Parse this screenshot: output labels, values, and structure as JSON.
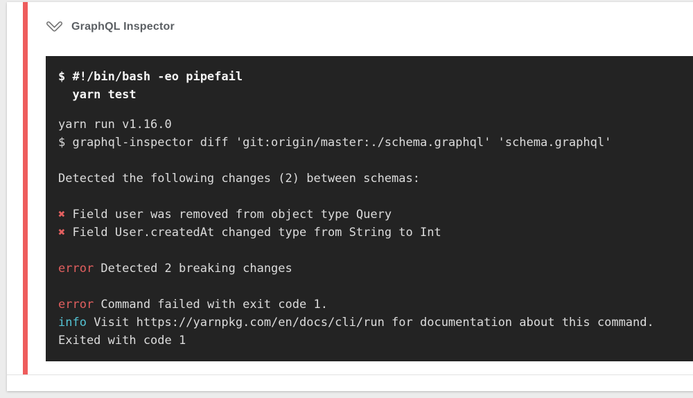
{
  "colors": {
    "accent_red": "#ee5c5c",
    "terminal_bg": "#232323",
    "terminal_text": "#dcdcdc",
    "terminal_bold_text": "#f5f5f5",
    "error_red": "#e25f5f",
    "info_cyan": "#54c3d4"
  },
  "step": {
    "title": "GraphQL Inspector",
    "icon": "chevron-double-down-icon",
    "status": "failed"
  },
  "terminal": {
    "command_block": [
      [
        {
          "t": "$ #!/bin/bash -eo pipefail"
        }
      ],
      [
        {
          "t": "  yarn test"
        }
      ]
    ],
    "output_block": [
      [
        {
          "t": "yarn run v1.16.0"
        }
      ],
      [
        {
          "t": "$ graphql-inspector diff 'git:origin/master:./schema.graphql' 'schema.graphql'"
        }
      ],
      [],
      [
        {
          "t": "Detected the following changes (2) between schemas:"
        }
      ],
      [],
      [
        {
          "t": "✖",
          "s": "red"
        },
        {
          "t": " Field user was removed from object type Query"
        }
      ],
      [
        {
          "t": "✖",
          "s": "red"
        },
        {
          "t": " Field User.createdAt changed type from String to Int"
        }
      ],
      [],
      [
        {
          "t": "error",
          "s": "red"
        },
        {
          "t": " Detected 2 breaking changes"
        }
      ],
      [],
      [
        {
          "t": "error",
          "s": "red"
        },
        {
          "t": " Command failed with exit code 1."
        }
      ],
      [
        {
          "t": "info",
          "s": "cyan"
        },
        {
          "t": " Visit https://yarnpkg.com/en/docs/cli/run for documentation about this command."
        }
      ],
      [
        {
          "t": "Exited with code 1"
        }
      ]
    ]
  }
}
